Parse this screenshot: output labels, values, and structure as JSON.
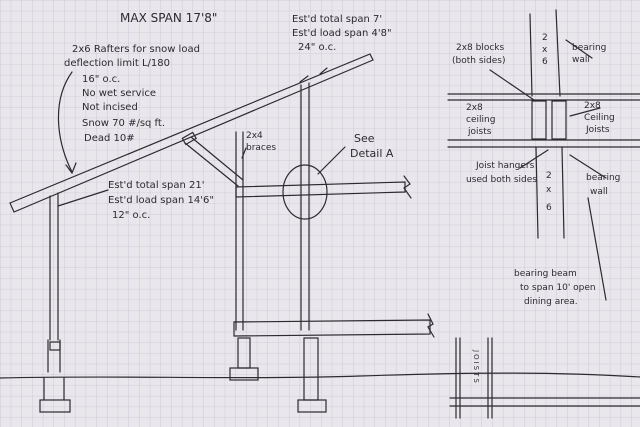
{
  "title": "MAX SPAN 17'8\"",
  "rafter_notes": [
    "2x6 Rafters for snow load",
    "deflection limit L/180",
    "16\" o.c.",
    "No wet service",
    "Not incised",
    "Snow 70 #/sq ft.",
    "Dead 10#"
  ],
  "upper_span": [
    "Est'd total span 7'",
    "Est'd load span 4'8\"",
    "24\" o.c."
  ],
  "lower_span": [
    "Est'd total span 21'",
    "Est'd load span 14'6\"",
    "12\" o.c."
  ],
  "braces_label": [
    "2x4",
    "braces"
  ],
  "detail_label": [
    "See",
    "Detail A"
  ],
  "detail": {
    "blocks": [
      "2x8 blocks",
      "(both sides)"
    ],
    "stud_top": [
      "2",
      "x",
      "6"
    ],
    "bearing_wall_top": [
      "bearing",
      "wall"
    ],
    "ceiling_left": [
      "2x8",
      "ceiling",
      "joists"
    ],
    "ceiling_right": [
      "2x8",
      "Ceiling",
      "Joists"
    ],
    "joist_hangers": [
      "Joist hangers",
      "used both sides"
    ],
    "stud_bottom": [
      "2",
      "x",
      "6"
    ],
    "bearing_wall_bottom": [
      "bearing",
      "wall"
    ],
    "beam_note": [
      "bearing beam",
      "to span 10' open",
      "dining area."
    ]
  },
  "joists_vertical": "JOISTS",
  "colors": {
    "paper": "#e9e7ec",
    "grid": "#b9b6c7",
    "ink": "#2d2a30"
  }
}
